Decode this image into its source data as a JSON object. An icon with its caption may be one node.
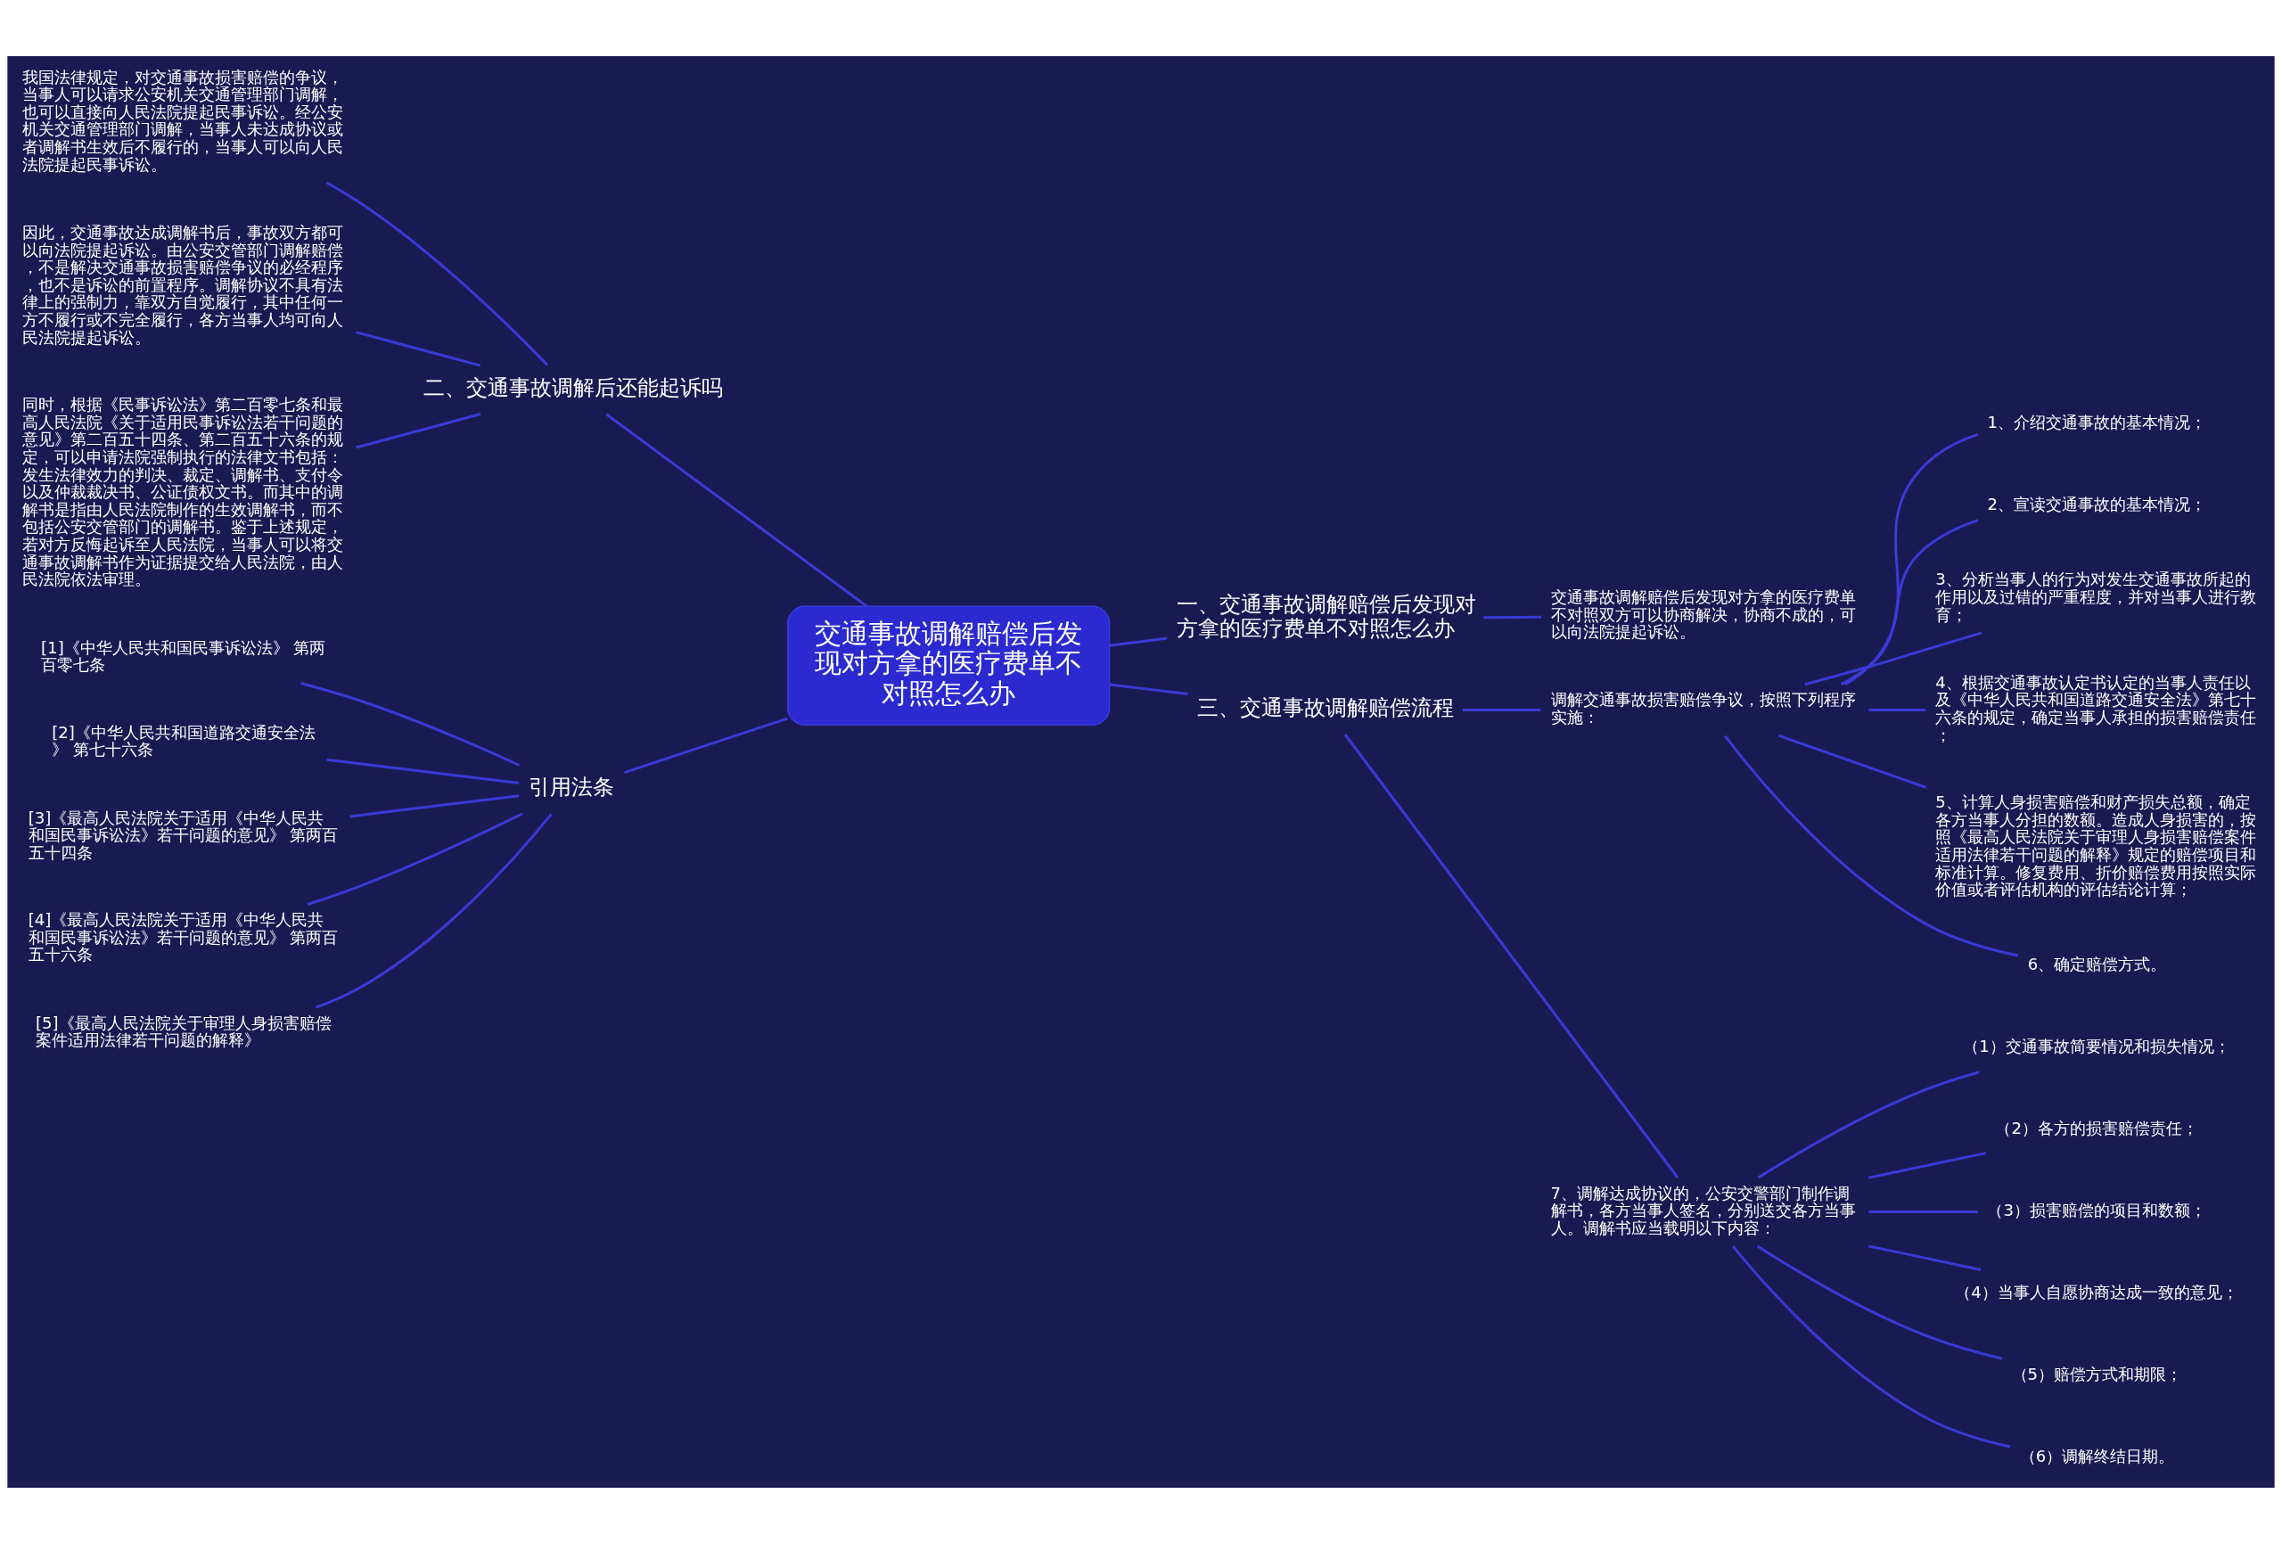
{
  "diagram": {
    "nodes": [
      {
        "text": [
          "交通事故调解赔偿后发现对方拿的医疗费单不对照怎么办"
        ]
      },
      {
        "text": [
          "一、交通事故调解赔偿后发现对方拿的医疗费单不对照怎么办"
        ]
      },
      {
        "text": [
          "交通事故调解赔偿后发现对方拿的医疗费单不对照双方可以协商解决，协商不成的，可以向法院提起诉讼。"
        ]
      },
      {
        "text": [
          "三、交通事故调解赔偿流程"
        ]
      },
      {
        "text": [
          "调解交通事故损害赔偿争议，按照下列程序实施："
        ]
      },
      {
        "text": [
          "1、介绍交通事故的基本情况；"
        ]
      },
      {
        "text": [
          "2、宣读交通事故的基本情况；"
        ]
      },
      {
        "text": [
          "3、分析当事人的行为对发生交通事故所起的作用以及过错的严重程度，并对当事人进行教育；"
        ]
      },
      {
        "text": [
          "4、根据交通事故认定书认定的当事人责任以及《中华人民共和国道路交通安全法》第七十六条的规定，确定当事人承担的损害赔偿责任；"
        ]
      },
      {
        "text": [
          "5、计算人身损害赔偿和财产损失总额，确定各方当事人分担的数额。造成人身损害的，按照《最高人民法院关于审理人身损害赔偿案件适用法律若干问题的解释》规定的赔偿项目和标准计算。修复费用、折价赔偿费用按照实际价值或者评估机构的评估结论计算；"
        ]
      },
      {
        "text": [
          "6、确定赔偿方式。"
        ]
      },
      {
        "text": [
          "7、调解达成协议的，公安交警部门制作调解书，各方当事人签名，分别送交各方当事人。调解书应当载明以下内容："
        ]
      },
      {
        "text": [
          "（1）交通事故简要情况和损失情况；"
        ]
      },
      {
        "text": [
          "（2）各方的损害赔偿责任；"
        ]
      },
      {
        "text": [
          "（3）损害赔偿的项目和数额；"
        ]
      },
      {
        "text": [
          "（4）当事人自愿协商达成一致的意见；"
        ]
      },
      {
        "text": [
          "（5）赔偿方式和期限；"
        ]
      },
      {
        "text": [
          "（6）调解终结日期。"
        ]
      },
      {
        "text": [
          "二、交通事故调解后还能起诉吗"
        ]
      },
      {
        "text": [
          "我国法律规定，对交通事故损害赔偿的争议，当事人可以请求公安机关交通管理部门调解，也可以直接向人民法院提起民事诉讼。经公安机关交通管理部门调解，当事人未达成协议或者调解书生效后不履行的，当事人可以向人民法院提起民事诉讼。"
        ]
      },
      {
        "text": [
          "因此，交通事故达成调解书后，事故双方都可以向法院提起诉讼。由公安交管部门调解赔偿，不是解决交通事故损害赔偿争议的必经程序，也不是诉讼的前置程序。调解协议不具有法律上的强制力，靠双方自觉履行，其中任何一方不履行或不完全履行，各方当事人均可向人民法院提起诉讼。"
        ]
      },
      {
        "text": [
          "同时，根据《民事诉讼法》第二百零七条和最高人民法院《关于适用民事诉讼法若干问题的意见》第二百五十四条、第二百五十六条的规定，可以申请法院强制执行的法律文书包括：发生法律效力的判决、裁定、调解书、支付令以及仲裁裁决书、公证债权文书。而其中的调解书是指由人民法院制作的生效调解书，而不包括公安交管部门的调解书。鉴于上述规定，若对方反悔起诉至人民法院，当事人可以将交通事故调解书作为证据提交给人民法院，由人民法院依法审理。"
        ]
      },
      {
        "text": [
          "引用法条"
        ]
      },
      {
        "text": [
          "[1]《中华人民共和国民事诉讼法》 第两百零七条"
        ]
      },
      {
        "text": [
          "[2]《中华人民共和国道路交通安全法》 第七十六条"
        ]
      },
      {
        "text": [
          "[3]《最高人民法院关于适用《中华人民共和国民事诉讼法》若干问题的意见》 第两百五十四条"
        ]
      },
      {
        "text": [
          "[4]《最高人民法院关于适用《中华人民共和国民事诉讼法》若干问题的意见》 第两百五十六条"
        ]
      },
      {
        "text": [
          "[5]《最高人民法院关于审理人身损害赔偿案件适用法律若干问题的解释》"
        ]
      }
    ],
    "edges": [
      {
        "from": 19,
        "to": 18,
        "arrow": "none"
      },
      {
        "from": 20,
        "to": 18,
        "arrow": "none"
      },
      {
        "from": 21,
        "to": 18,
        "arrow": "none"
      },
      {
        "from": 18,
        "to": 0,
        "arrow": "none"
      },
      {
        "from": 23,
        "to": 22,
        "arrow": "none"
      },
      {
        "from": 24,
        "to": 22,
        "arrow": "none"
      },
      {
        "from": 25,
        "to": 22,
        "arrow": "none"
      },
      {
        "from": 26,
        "to": 22,
        "arrow": "none"
      },
      {
        "from": 27,
        "to": 22,
        "arrow": "none"
      },
      {
        "from": 22,
        "to": 0,
        "arrow": "none"
      },
      {
        "from": 0,
        "to": 1,
        "arrow": "none"
      },
      {
        "from": 1,
        "to": 2,
        "arrow": "none"
      },
      {
        "from": 0,
        "to": 3,
        "arrow": "none"
      },
      {
        "from": 3,
        "to": 4,
        "arrow": "none"
      },
      {
        "from": 4,
        "to": 5,
        "arrow": "none"
      },
      {
        "from": 4,
        "to": 6,
        "arrow": "none"
      },
      {
        "from": 4,
        "to": 7,
        "arrow": "none"
      },
      {
        "from": 4,
        "to": 8,
        "arrow": "none"
      },
      {
        "from": 4,
        "to": 9,
        "arrow": "none"
      },
      {
        "from": 4,
        "to": 10,
        "arrow": "none"
      },
      {
        "from": 3,
        "to": 11,
        "arrow": "none"
      },
      {
        "from": 11,
        "to": 12,
        "arrow": "none"
      },
      {
        "from": 11,
        "to": 13,
        "arrow": "none"
      },
      {
        "from": 11,
        "to": 14,
        "arrow": "none"
      },
      {
        "from": 11,
        "to": 15,
        "arrow": "none"
      },
      {
        "from": 11,
        "to": 16,
        "arrow": "none"
      },
      {
        "from": 11,
        "to": 17,
        "arrow": "none"
      }
    ]
  }
}
